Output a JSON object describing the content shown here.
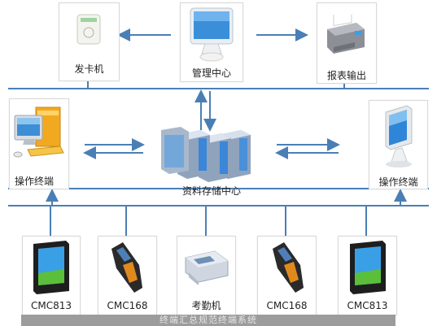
{
  "nodes": {
    "card_issuer": {
      "label": "发卡机",
      "icon": "card-reader-icon"
    },
    "management_center": {
      "label": "管理中心",
      "icon": "imac-icon"
    },
    "report_output": {
      "label": "报表输出",
      "icon": "printer-icon"
    },
    "terminal_left": {
      "label": "操作终端",
      "icon": "computer-icon"
    },
    "data_storage": {
      "label": "资料存储中心",
      "icon": "server-cluster-icon"
    },
    "terminal_right": {
      "label": "操作终端",
      "icon": "touch-terminal-icon"
    },
    "device_1": {
      "label": "CMC813",
      "icon": "tablet-icon"
    },
    "device_2": {
      "label": "CMC168",
      "icon": "handheld-scanner-icon"
    },
    "device_3": {
      "label": "考勤机",
      "icon": "attendance-machine-icon"
    },
    "device_4": {
      "label": "CMC168",
      "icon": "handheld-scanner-icon"
    },
    "device_5": {
      "label": "CMC813",
      "icon": "tablet-icon"
    }
  },
  "footer_text": "终端汇总规范终端系统",
  "colors": {
    "line": "#4a7fb5",
    "footer": "#9c9c9c"
  }
}
